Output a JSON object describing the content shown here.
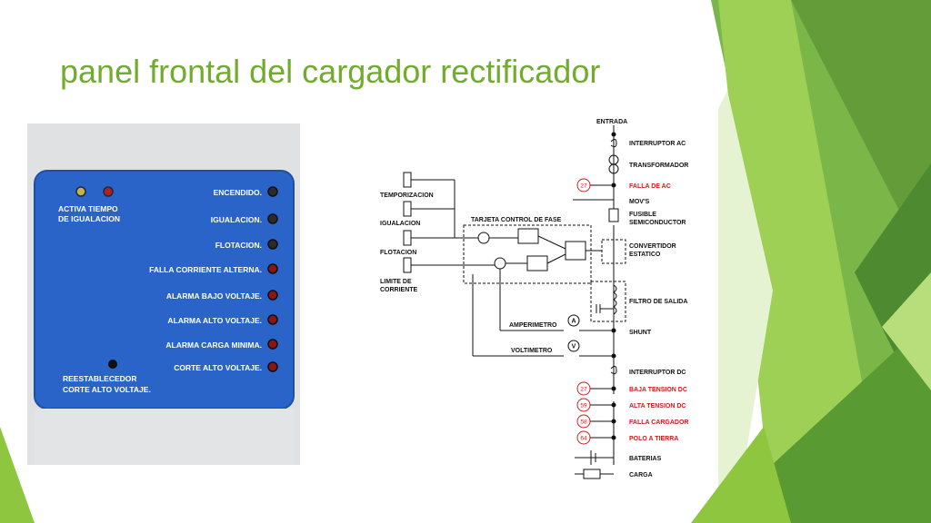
{
  "slide": {
    "title": "panel frontal del cargador rectificador",
    "accent_color": "#72ac2f"
  },
  "panel": {
    "background_color": "#2a64c8",
    "left_block": {
      "label_line1": "ACTIVA TIEMPO",
      "label_line2": "DE IGUALACION"
    },
    "indicators": [
      {
        "label": "ENCENDIDO.",
        "led": "dark"
      },
      {
        "label": "IGUALACION.",
        "led": "dark"
      },
      {
        "label": "FLOTACION.",
        "led": "dark"
      },
      {
        "label": "FALLA CORRIENTE ALTERNA.",
        "led": "red"
      },
      {
        "label": "ALARMA BAJO VOLTAJE.",
        "led": "red"
      },
      {
        "label": "ALARMA ALTO VOLTAJE.",
        "led": "red"
      },
      {
        "label": "ALARMA CARGA MINIMA.",
        "led": "red"
      },
      {
        "label": "CORTE ALTO VOLTAJE.",
        "led": "red"
      }
    ],
    "reset": {
      "label_line1": "REESTABLECEDOR",
      "label_line2": "CORTE ALTO VOLTAJE."
    }
  },
  "schematic": {
    "main_labels": [
      {
        "text": "ENTRADA",
        "style": "black"
      },
      {
        "text": "INTERRUPTOR AC",
        "style": "black"
      },
      {
        "text": "TRANSFORMADOR",
        "style": "black"
      },
      {
        "text": "FALLA DE AC",
        "style": "red",
        "code": "27"
      },
      {
        "text": "MOV'S",
        "style": "black"
      },
      {
        "text": "FUSIBLE",
        "style": "black"
      },
      {
        "text": "SEMICONDUCTOR",
        "style": "black"
      },
      {
        "text": "CONVERTIDOR",
        "style": "black"
      },
      {
        "text": "ESTATICO",
        "style": "black"
      },
      {
        "text": "FILTRO DE SALIDA",
        "style": "black"
      },
      {
        "text": "SHUNT",
        "style": "black"
      },
      {
        "text": "INTERRUPTOR DC",
        "style": "black"
      },
      {
        "text": "BAJA TENSION DC",
        "style": "red",
        "code": "27"
      },
      {
        "text": "ALTA TENSION DC",
        "style": "red",
        "code": "59"
      },
      {
        "text": "FALLA CARGADOR",
        "style": "red",
        "code": "58"
      },
      {
        "text": "POLO A TIERRA",
        "style": "red",
        "code": "64"
      },
      {
        "text": "BATERIAS",
        "style": "black"
      },
      {
        "text": "CARGA",
        "style": "black"
      }
    ],
    "left_labels": [
      {
        "text": "TEMPORIZACION"
      },
      {
        "text": "IGUALACION"
      },
      {
        "text": "FLOTACION"
      },
      {
        "text": "LIMITE DE"
      },
      {
        "text": "CORRIENTE"
      }
    ],
    "control_box_label": "TARJETA CONTROL DE FASE",
    "meters": [
      {
        "label": "AMPERIMETRO",
        "symbol": "A"
      },
      {
        "label": "VOLTIMETRO",
        "symbol": "V"
      }
    ]
  }
}
